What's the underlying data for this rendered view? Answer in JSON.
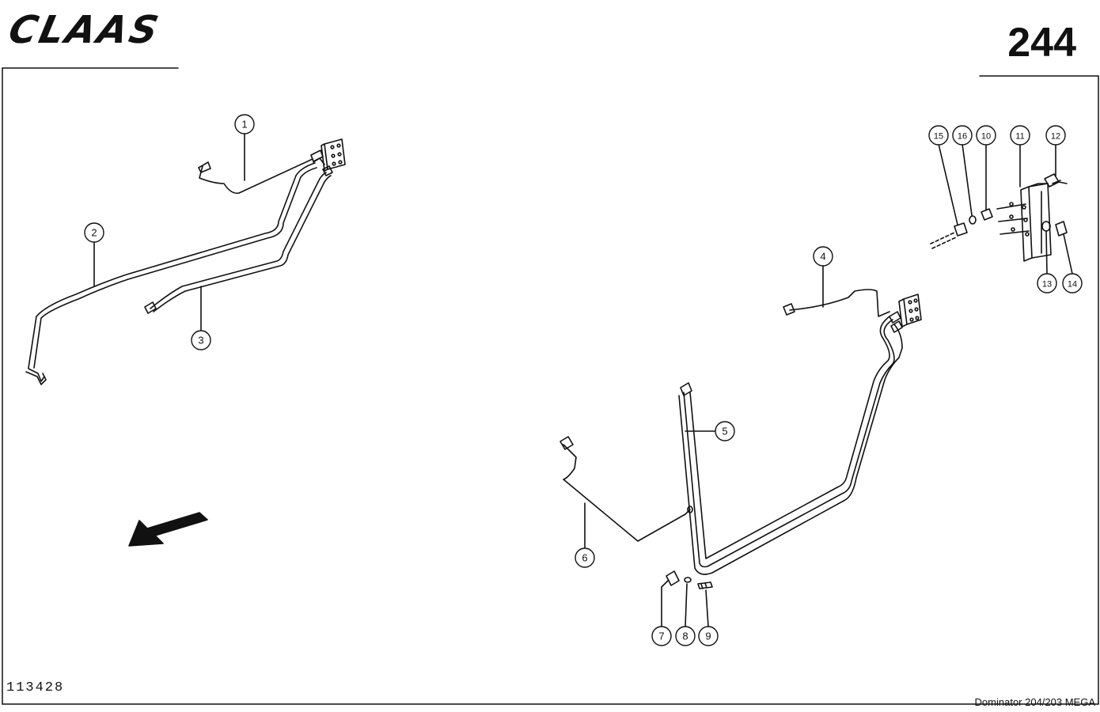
{
  "header": {
    "brand": "CLAAS",
    "page_number": "244"
  },
  "footer": {
    "drawing_id": "113428",
    "model": "Dominator 204/203 MEGA"
  },
  "callouts": [
    "1",
    "2",
    "3",
    "4",
    "5",
    "6",
    "7",
    "8",
    "9",
    "10",
    "11",
    "12",
    "13",
    "14",
    "15",
    "16"
  ]
}
